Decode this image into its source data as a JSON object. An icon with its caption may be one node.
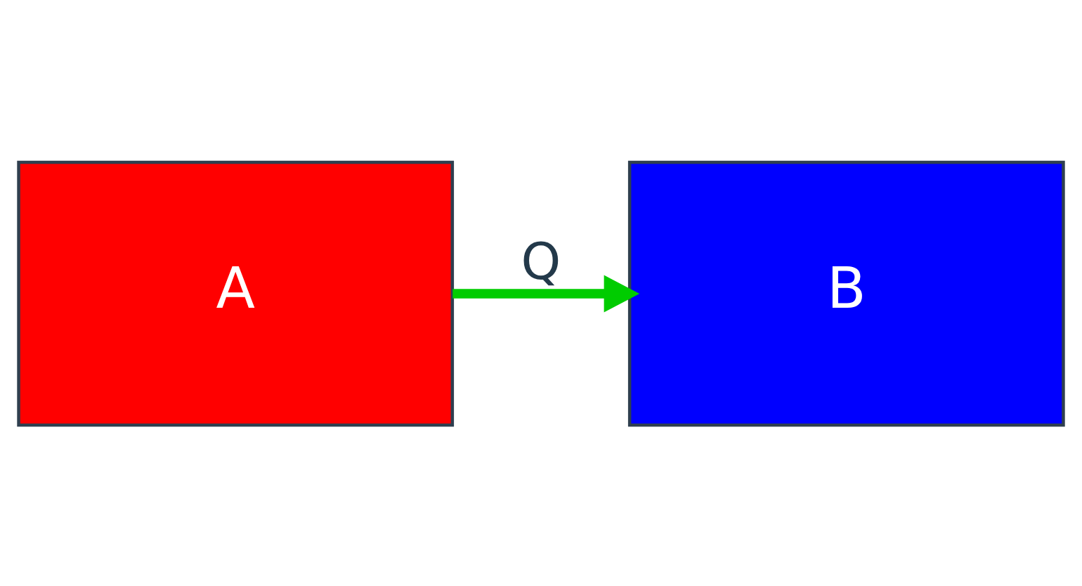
{
  "diagram": {
    "nodes": [
      {
        "text": [
          "A"
        ]
      },
      {
        "text": [
          "B"
        ]
      }
    ],
    "edges": [
      {
        "from": 0,
        "to": 1,
        "arrow": "to",
        "label": "Q",
        "color": "#00cc00"
      }
    ]
  }
}
